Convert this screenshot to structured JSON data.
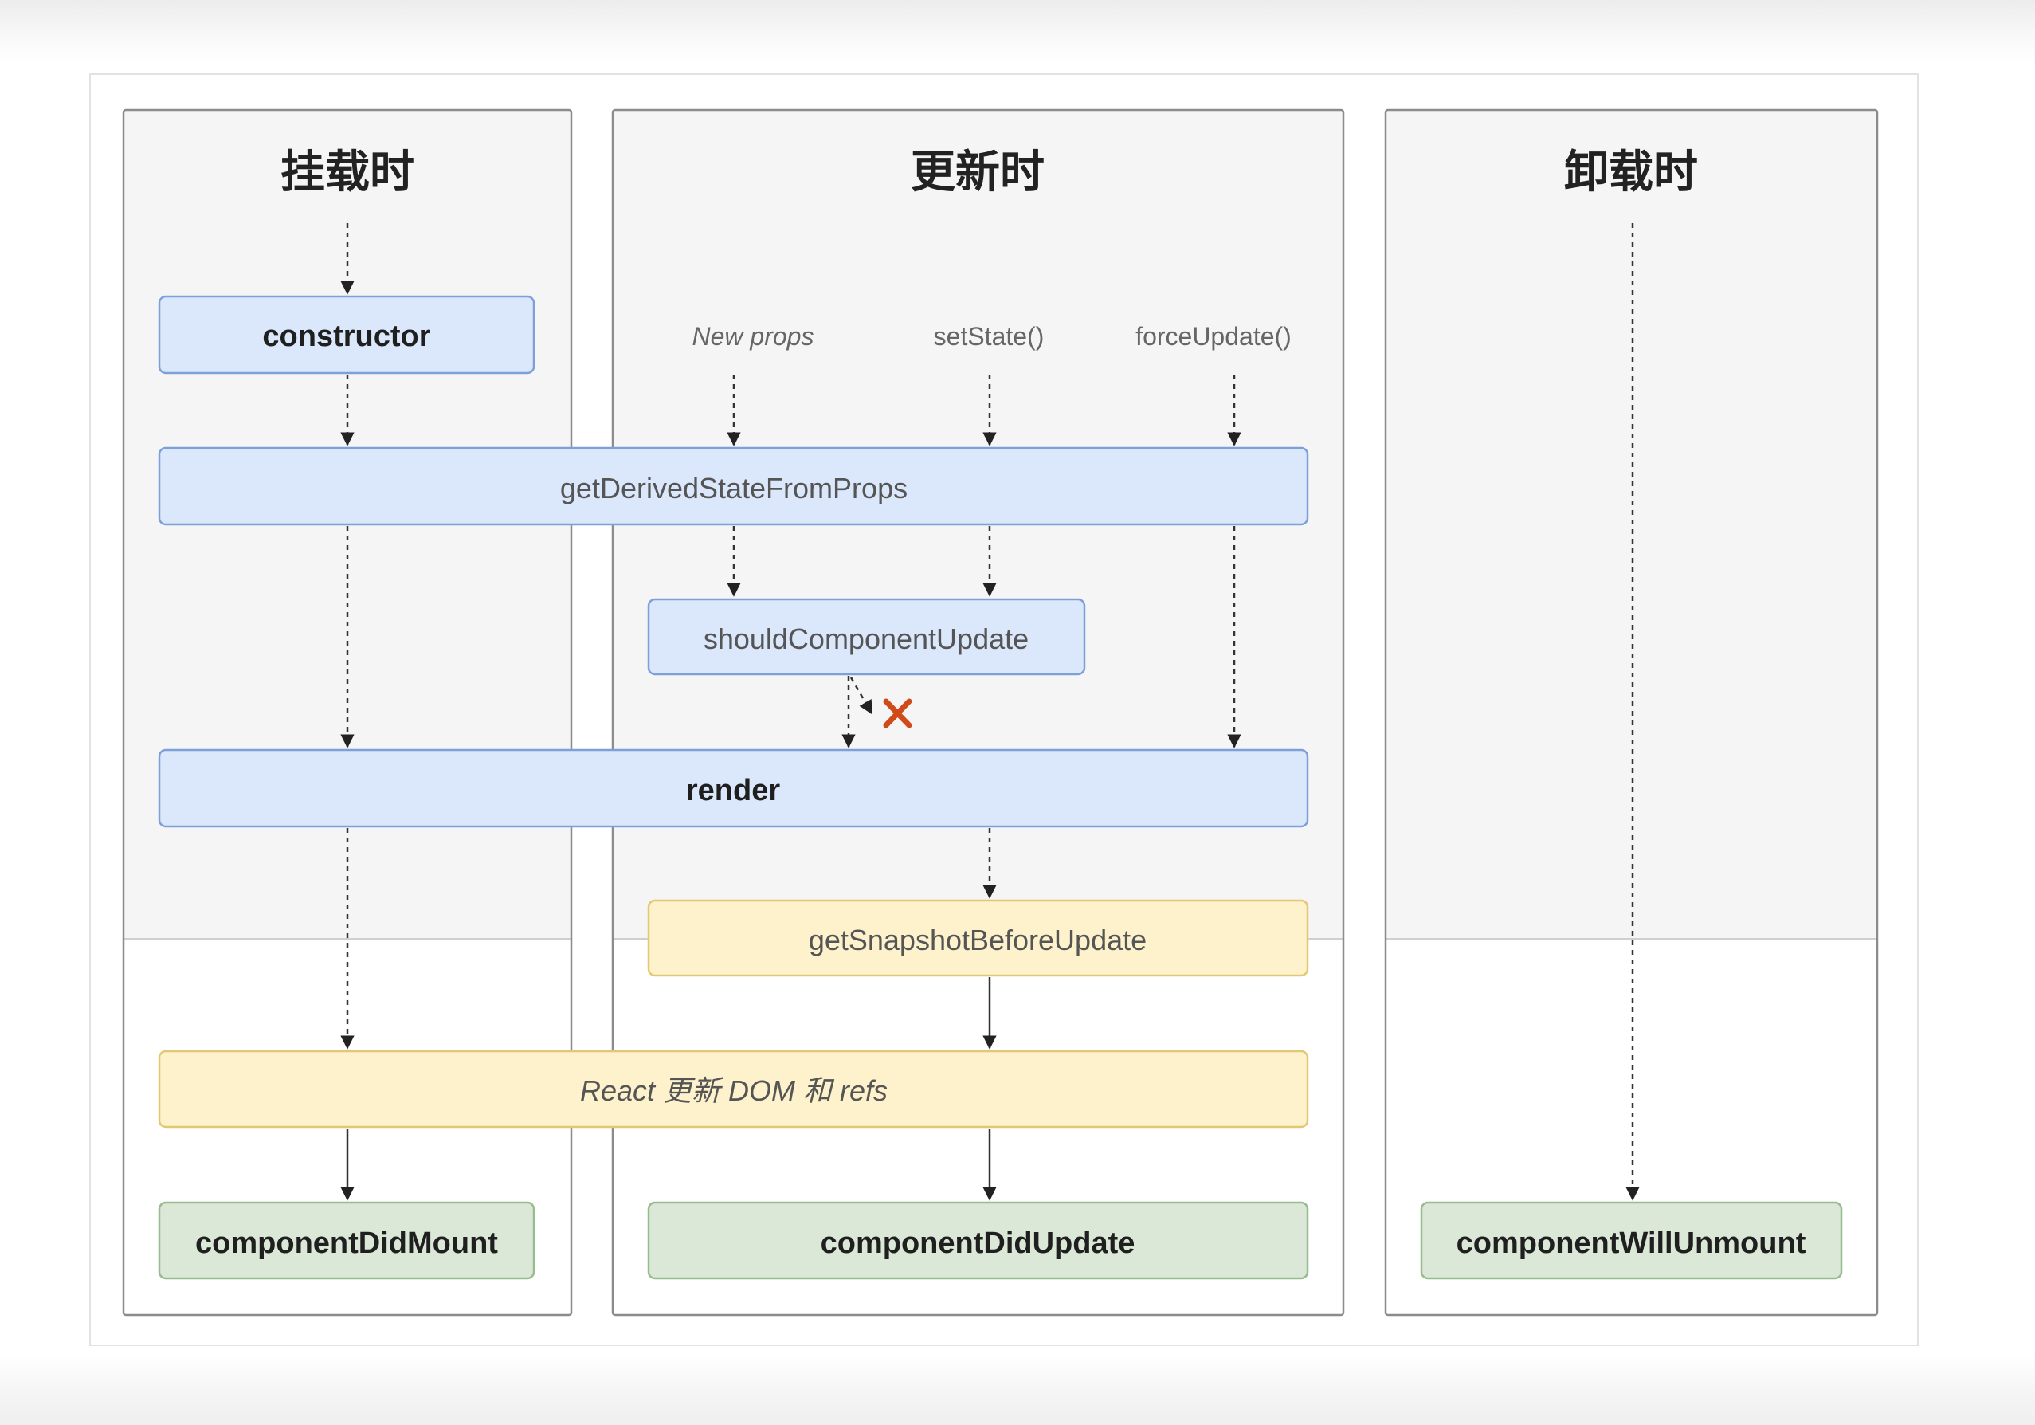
{
  "columns": {
    "mount": {
      "title": "挂载时"
    },
    "update": {
      "title": "更新时"
    },
    "unmount": {
      "title": "卸载时"
    }
  },
  "triggers": {
    "new_props": "New props",
    "set_state": "setState()",
    "force_update": "forceUpdate()"
  },
  "methods": {
    "constructor": "constructor",
    "get_derived_state_from_props": "getDerivedStateFromProps",
    "should_component_update": "shouldComponentUpdate",
    "render": "render",
    "get_snapshot_before_update": "getSnapshotBeforeUpdate",
    "react_updates_dom": "React 更新 DOM 和 refs",
    "component_did_mount": "componentDidMount",
    "component_did_update": "componentDidUpdate",
    "component_will_unmount": "componentWillUnmount"
  },
  "colors": {
    "render_phase_box": "#dbe7fb",
    "pre_commit_box": "#fdf2cc",
    "commit_box": "#dbe8d8",
    "blocked_mark": "#d04a1a"
  }
}
